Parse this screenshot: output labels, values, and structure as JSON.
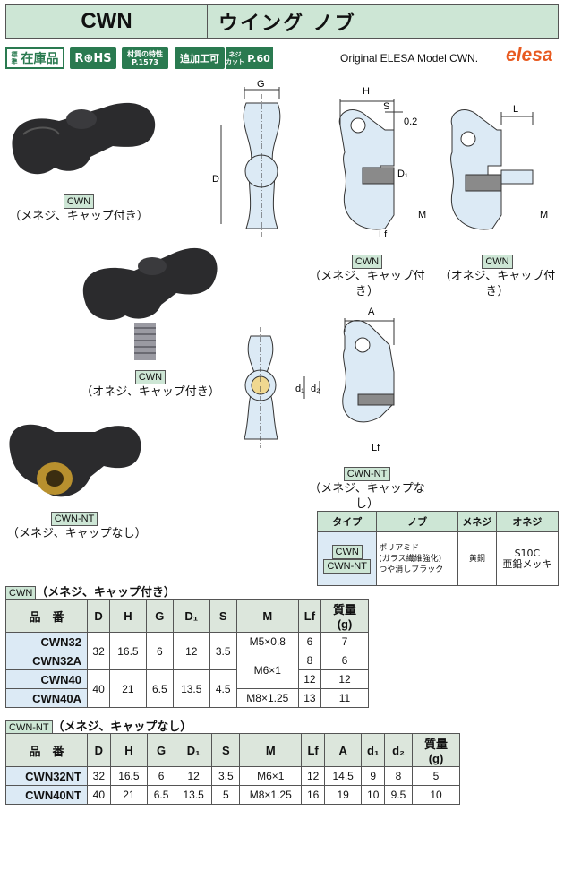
{
  "header": {
    "code": "CWN",
    "title": "ウイング ノブ"
  },
  "badges": {
    "stock_small": "標準",
    "stock": "在庫品",
    "rohs": "R⊕HS",
    "material_l1": "材質の特性",
    "material_l2": "P.1573",
    "additional": "追加工可",
    "cut_l1": "ネジ",
    "cut_l2": "カット",
    "page": "P.60"
  },
  "original": "Original ELESA Model CWN.",
  "brand": "elesa",
  "photos": [
    {
      "tag": "CWN",
      "caption": "（メネジ、キャップ付き）"
    },
    {
      "tag": "CWN",
      "caption": "（オネジ、キャップ付き）"
    },
    {
      "tag": "CWN-NT",
      "caption": "（メネジ、キャップなし）"
    }
  ],
  "drawings": {
    "labels": {
      "G": "G",
      "D": "D",
      "H": "H",
      "S": "S",
      "v02": "0.2",
      "D1": "D₁",
      "M": "M",
      "Lf": "Lf",
      "L": "L",
      "A": "A",
      "d1": "d₁",
      "d2": "d₂"
    },
    "captions": [
      {
        "tag": "CWN",
        "caption": "（メネジ、キャップ付き）"
      },
      {
        "tag": "CWN",
        "caption": "（オネジ、キャップ付き）"
      },
      {
        "tag": "CWN-NT",
        "caption": "（メネジ、キャップなし）"
      }
    ]
  },
  "spec_table": {
    "headers": [
      "タイプ",
      "ノブ",
      "メネジ",
      "オネジ"
    ],
    "types": [
      "CWN",
      "CWN-NT"
    ],
    "knob": [
      "ポリアミド",
      "(ガラス繊維強化)",
      "つや消しブラック"
    ],
    "female": "黄銅",
    "male": [
      "S10C",
      "亜鉛メッキ"
    ]
  },
  "cwn_table": {
    "tag": "CWN",
    "title": "（メネジ、キャップ付き）",
    "headers": [
      "品　番",
      "D",
      "H",
      "G",
      "D₁",
      "S",
      "M",
      "Lf",
      "質量",
      "(g)"
    ],
    "rows": [
      {
        "pn": "CWN32",
        "M": "M5×0.8",
        "Lf": "6",
        "mass": "7"
      },
      {
        "pn": "CWN32A",
        "Lf": "8",
        "mass": "6"
      },
      {
        "pn": "CWN40",
        "Lf": "12",
        "mass": "12"
      },
      {
        "pn": "CWN40A",
        "M": "M8×1.25",
        "Lf": "13",
        "mass": "11"
      }
    ],
    "group32": {
      "D": "32",
      "H": "16.5",
      "G": "6",
      "D1": "12",
      "S": "3.5"
    },
    "group40": {
      "D": "40",
      "H": "21",
      "G": "6.5",
      "D1": "13.5",
      "S": "4.5"
    },
    "M_mid": "M6×1"
  },
  "nt_table": {
    "tag": "CWN-NT",
    "title": "（メネジ、キャップなし）",
    "headers": [
      "品　番",
      "D",
      "H",
      "G",
      "D₁",
      "S",
      "M",
      "Lf",
      "A",
      "d₁",
      "d₂",
      "質量",
      "(g)"
    ],
    "rows": [
      {
        "pn": "CWN32NT",
        "D": "32",
        "H": "16.5",
        "G": "6",
        "D1": "12",
        "S": "3.5",
        "M": "M6×1",
        "Lf": "12",
        "A": "14.5",
        "d1": "9",
        "d2": "8",
        "mass": "5"
      },
      {
        "pn": "CWN40NT",
        "D": "40",
        "H": "21",
        "G": "6.5",
        "D1": "13.5",
        "S": "5",
        "M": "M8×1.25",
        "Lf": "16",
        "A": "19",
        "d1": "10",
        "d2": "9.5",
        "mass": "10"
      }
    ]
  }
}
